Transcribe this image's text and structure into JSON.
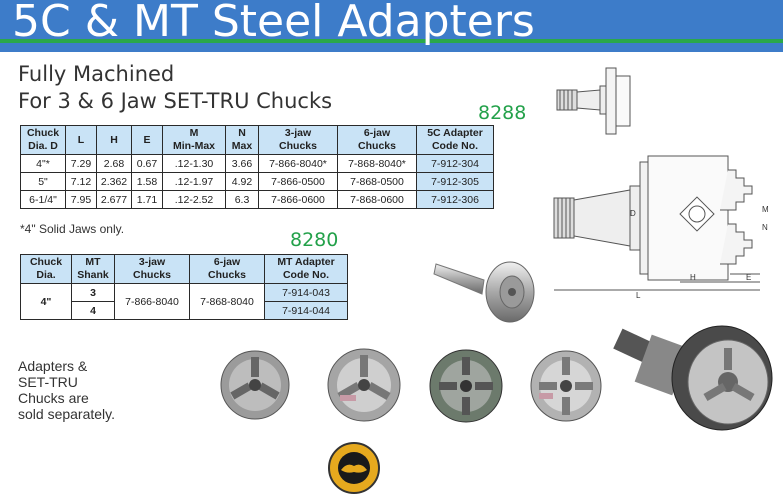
{
  "title": "5C & MT Steel Adapters",
  "subtitle_line1": "Fully Machined",
  "subtitle_line2": "For 3 & 6 Jaw SET-TRU Chucks",
  "table_5c": {
    "code": "8288",
    "headers": [
      [
        "Chuck",
        "Dia. D"
      ],
      [
        "L"
      ],
      [
        "H"
      ],
      [
        "E"
      ],
      [
        "M",
        "Min-Max"
      ],
      [
        "N",
        "Max"
      ],
      [
        "3-jaw",
        "Chucks"
      ],
      [
        "6-jaw",
        "Chucks"
      ],
      [
        "5C Adapter",
        "Code No."
      ]
    ],
    "rows": [
      [
        "4\"*",
        "7.29",
        "2.68",
        "0.67",
        ".12-1.30",
        "3.66",
        "7-866-8040*",
        "7-868-8040*",
        "7-912-304"
      ],
      [
        "5\"",
        "7.12",
        "2.362",
        "1.58",
        ".12-1.97",
        "4.92",
        "7-866-0500",
        "7-868-0500",
        "7-912-305"
      ],
      [
        "6-1/4\"",
        "7.95",
        "2.677",
        "1.71",
        ".12-2.52",
        "6.3",
        "7-866-0600",
        "7-868-0600",
        "7-912-306"
      ]
    ],
    "footnote": "*4\" Solid Jaws only."
  },
  "table_mt": {
    "code": "8280",
    "headers": [
      [
        "Chuck",
        "Dia."
      ],
      [
        "MT",
        "Shank"
      ],
      [
        "3-jaw",
        "Chucks"
      ],
      [
        "6-jaw",
        "Chucks"
      ],
      [
        "MT Adapter",
        "Code No."
      ]
    ],
    "chuck_dia": "4\"",
    "three_jaw": "7-866-8040",
    "six_jaw": "7-868-8040",
    "rows": [
      {
        "shank": "3",
        "code": "7-914-043"
      },
      {
        "shank": "4",
        "code": "7-914-044"
      }
    ]
  },
  "sold_note": "Adapters &\nSET-TRU\nChucks are\nsold separately.",
  "drawing_labels": {
    "d": "D",
    "l": "L",
    "h": "H",
    "e": "E",
    "m": "M",
    "n": "N"
  },
  "colors": {
    "banner": "#3d7cc9",
    "banner_line": "#2aa84a",
    "code_green": "#23a14a",
    "header_blue": "#c9e3f6"
  }
}
